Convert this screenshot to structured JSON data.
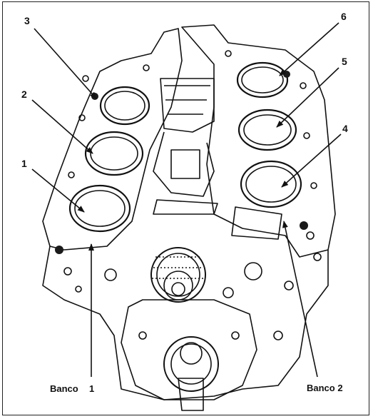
{
  "labels": {
    "cyl1": "1",
    "cyl2": "2",
    "cyl3": "3",
    "cyl4": "4",
    "cyl5": "5",
    "cyl6": "6",
    "bank1_word": "Banco",
    "bank1_num": "1",
    "bank2": "Banco 2"
  },
  "colors": {
    "ink": "#111111",
    "paper": "#ffffff",
    "dark_fill": "#1a1a1a"
  }
}
